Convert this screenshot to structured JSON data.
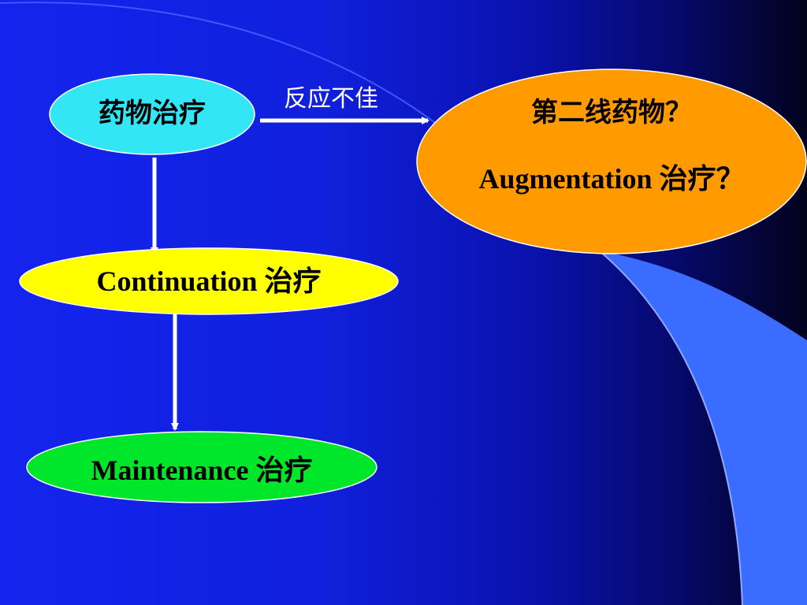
{
  "slide": {
    "nodes": {
      "drug_therapy": {
        "label": "药物治疗",
        "color": "#33e6f5"
      },
      "second_line": {
        "line1": "第二线药物？",
        "line2": "Augmentation 治疗？",
        "color": "#ff9a00"
      },
      "continuation": {
        "label": "Continuation  治疗",
        "color": "#ffff00"
      },
      "maintenance": {
        "label": "Maintenance 治疗",
        "color": "#00e62a"
      }
    },
    "edges": {
      "poor_response": {
        "label": "反应不佳"
      }
    },
    "colors": {
      "background": "#1424ee",
      "arrow": "#ffffff",
      "accent_curve": "#3a6cff"
    }
  }
}
